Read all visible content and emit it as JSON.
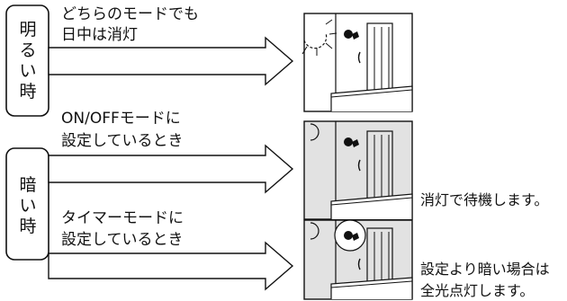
{
  "bright": {
    "side_label": "明\nる\nい\n時",
    "line1": "どちらのモードでも",
    "line2": "日中は消灯"
  },
  "dark": {
    "side_label": "暗\nい\n時",
    "onoff_line1": "ON/OFFモードに",
    "onoff_line2": "設定しているとき",
    "timer_line1": "タイマーモードに",
    "timer_line2": "設定しているとき"
  },
  "captions": {
    "standby": "消灯で待機します。",
    "lit_line1": "設定より暗い場合は",
    "lit_line2": "全光点灯します。"
  },
  "colors": {
    "panel_bg": "#e2e2e2",
    "line": "#111111"
  }
}
